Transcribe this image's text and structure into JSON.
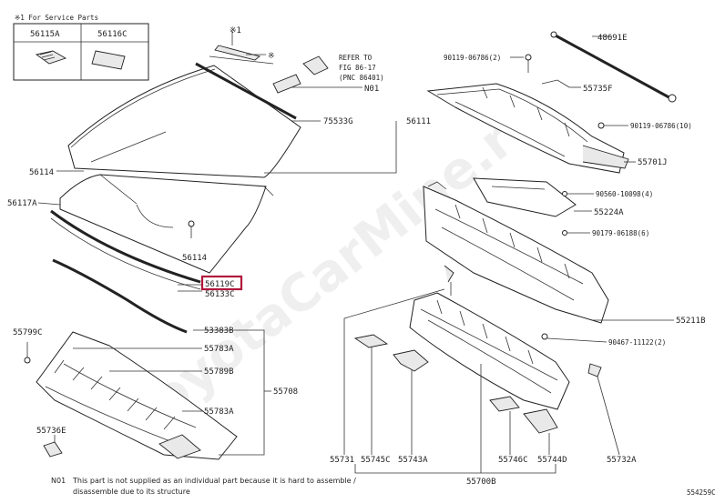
{
  "service_parts_box": {
    "title": "※1 For Service Parts",
    "cells": [
      "56115A",
      "56116C"
    ]
  },
  "refer_note": [
    "REFER TO",
    "FIG 86-17",
    "(PNC 86401)"
  ],
  "asterisk_labels": [
    "※1",
    "※"
  ],
  "labels": {
    "p48691E": "48691E",
    "p90119_06786_2": "90119-06786(2)",
    "p55735F": "55735F",
    "p90119_06786_10": "90119-06786(10)",
    "p55701J": "55701J",
    "p90560_10098_4": "90560-10098(4)",
    "p55224A": "55224A",
    "p90179_06188_6": "90179-06188(6)",
    "p55211B": "55211B",
    "p90467_11122_2": "90467-11122(2)",
    "pN01": "N01",
    "p56111": "56111",
    "p75533G": "75533G",
    "p56114a": "56114",
    "p56114b": "56114",
    "p56117A": "56117A",
    "p56119C": "56119C",
    "p56133C": "56133C",
    "p53383B": "53383B",
    "p55783A_1": "55783A",
    "p55789B": "55789B",
    "p55783A_2": "55783A",
    "p55708": "55708",
    "p55799C": "55799C",
    "p55736E": "55736E",
    "p55731": "55731",
    "p55745C": "55745C",
    "p55743A": "55743A",
    "p55700B": "55700B",
    "p55746C": "55746C",
    "p55744D": "55744D",
    "p55732A": "55732A"
  },
  "footnote": {
    "code": "N01",
    "line1": "This part is not supplied as an individual part because it is hard to assemble /",
    "line2": "disassemble due to its structure"
  },
  "diagram_id": "554259C",
  "watermark": "ToyotaCarMine.ru",
  "highlighted_part": "56119C",
  "colors": {
    "highlight": "#b0173a",
    "lines": "#333333"
  }
}
